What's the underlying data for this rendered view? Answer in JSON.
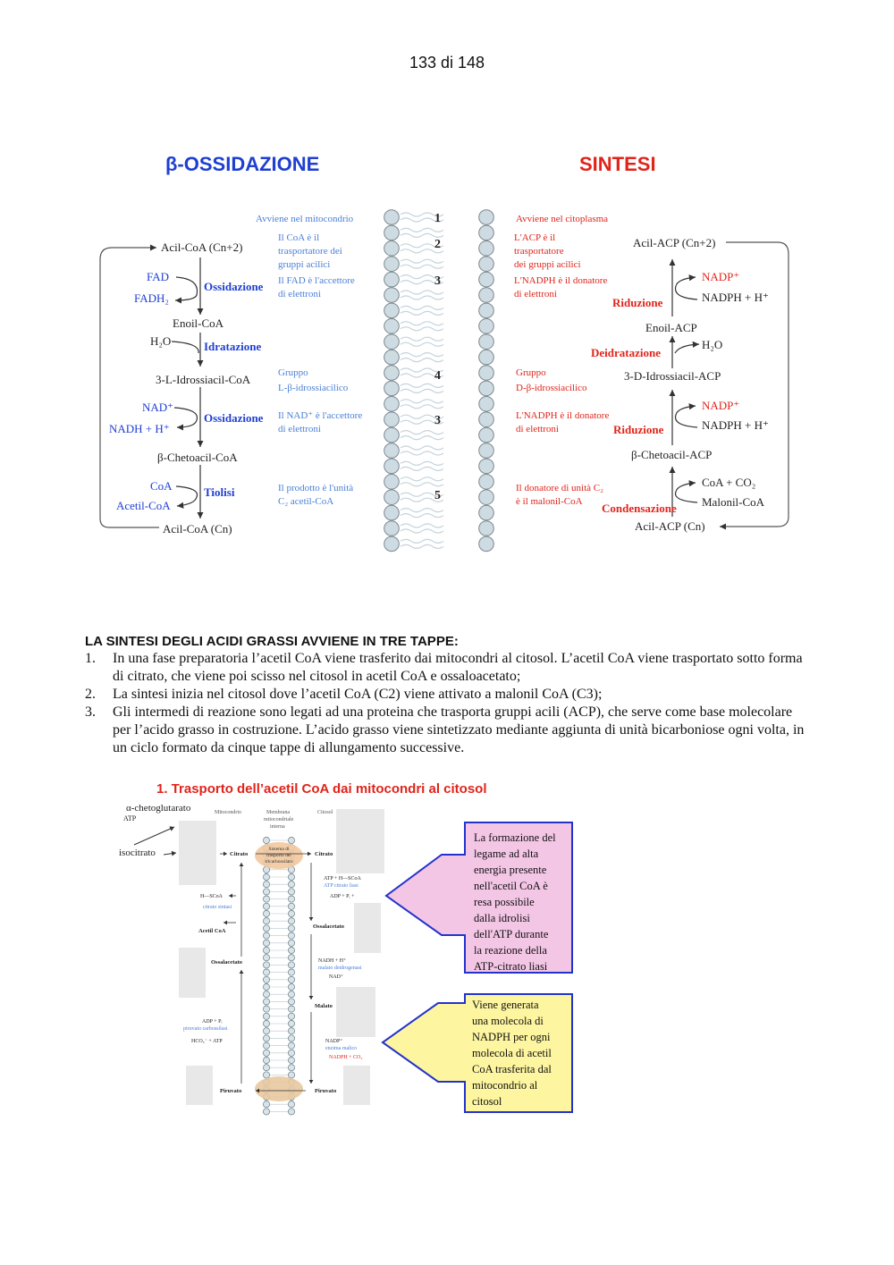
{
  "page": {
    "number_text": "133 di 148"
  },
  "figure1": {
    "left_title": "β-OSSIDAZIONE",
    "right_title": "SINTESI",
    "membrane_numbers": [
      "1",
      "2",
      "3",
      "4",
      "3",
      "5"
    ],
    "left": {
      "location": "Avviene nel mitocondrio",
      "carrier": [
        "Il CoA è il",
        "trasportatore dei",
        "gruppi acilici"
      ],
      "fad_note": [
        "Il FAD è l'accettore",
        "di elettroni"
      ],
      "group": [
        "Gruppo",
        "L-β-idrossiacilico"
      ],
      "nad_note": [
        "Il NAD⁺ è l'accettore",
        "di elettroni"
      ],
      "product": [
        "Il prodotto è l'unità",
        "C₂ acetil-CoA"
      ],
      "compounds": {
        "acil_top": "Acil-CoA (Cn+2)",
        "enoil": "Enoil-CoA",
        "idrossiacil": "3-L-Idrossiacil-CoA",
        "chetoacil": "β-Chetoacil-CoA",
        "acil_bottom": "Acil-CoA (Cn)"
      },
      "cofactors": {
        "fad": "FAD",
        "fadh2": "FADH₂",
        "h2o": "H₂O",
        "nad": "NAD⁺",
        "nadh": "NADH + H⁺",
        "coa": "CoA",
        "acetil_coa": "Acetil-CoA"
      },
      "steps": [
        "Ossidazione",
        "Idratazione",
        "Ossidazione",
        "Tiolisi"
      ]
    },
    "right": {
      "location": "Avviene nel citoplasma",
      "carrier": [
        "L'ACP è il",
        "trasportatore",
        "dei gruppi acilici"
      ],
      "nadph_note": [
        "L'NADPH è il donatore",
        "di elettroni"
      ],
      "group": [
        "Gruppo",
        "D-β-idrossiacilico"
      ],
      "nadph_note2": [
        "L'NADPH è il donatore",
        "di elettroni"
      ],
      "donor": [
        "Il donatore di unità C₂",
        "è il malonil-CoA"
      ],
      "compounds": {
        "acil_top": "Acil-ACP (Cn+2)",
        "enoil": "Enoil-ACP",
        "idrossiacil": "3-D-Idrossiacil-ACP",
        "chetoacil": "β-Chetoacil-ACP",
        "acil_bottom": "Acil-ACP (Cn)"
      },
      "cofactors": {
        "nadp": "NADP⁺",
        "nadph": "NADPH + H⁺",
        "h2o": "H₂O",
        "nadp2": "NADP⁺",
        "nadph2": "NADPH + H⁺",
        "coa_co2": "CoA + CO₂",
        "malonil": "Malonil-CoA"
      },
      "steps": [
        "Riduzione",
        "Deidratazione",
        "Riduzione",
        "Condensazione"
      ]
    }
  },
  "text": {
    "heading": "LA SINTESI DEGLI ACIDI GRASSI AVVIENE IN TRE TAPPE:",
    "items": [
      {
        "num": "1.",
        "text": "In una fase preparatoria l’acetil CoA viene trasferito dai mitocondri al citosol. L’acetil CoA viene trasportato sotto forma di citrato, che viene poi scisso nel citosol in acetil CoA e ossaloacetato;"
      },
      {
        "num": "2.",
        "text": "La sintesi inizia nel citosol dove l’acetil CoA (C2) viene attivato a malonil CoA (C3);"
      },
      {
        "num": "3.",
        "text": "Gli intermedi di reazione sono legati ad una proteina che trasporta gruppi acili (ACP), che serve come base molecolare per l’acido grasso in costruzione. L’acido grasso viene sintetizzato mediante aggiunta di unità bicarboniose ogni volta, in un ciclo formato da cinque tappe di allungamento successive."
      }
    ]
  },
  "figure2": {
    "title": "1. Trasporto dell’acetil CoA dai mitocondri al citosol",
    "col_mito": "Mitocondrio",
    "col_membrane": [
      "Membrana",
      "mitocondriale",
      "interna"
    ],
    "col_cytosol": "Citosol",
    "alpha_keto": "α-chetoglutarato",
    "atp": "ATP",
    "isocitrate": "isocitrato",
    "citrato": "Citrato",
    "transport_system": [
      "Sistema di",
      "trasporto del",
      "tricarbossilato"
    ],
    "hscoa": "H—SCoA",
    "citrate_synthase": "citrato sintasi",
    "acetyl_coa": "Acetil CoA",
    "ossalacetato": "Ossalacetato",
    "atp_hscoa": "ATP + H—SCoA",
    "atp_citrate_lyase": "ATP citrato liasi",
    "adp_pi": "ADP + Pᵢ +",
    "nadh": "NADH + H⁺",
    "malate_dh": "malato deidrogenasi",
    "nad": "NAD⁺",
    "malato": "Malato",
    "nadp": "NADP⁺",
    "malic_enzyme": "enzima malico",
    "nadph_co2": "NADPH + CO₂",
    "piruvato": "Piruvato",
    "adp_pi_left": "ADP + Pᵢ",
    "pyruvate_carboxylase": "piruvato carbossilasi",
    "hco3_atp": "HCO₃⁻ + ATP",
    "pink_note": [
      "La formazione del",
      "legame ad alta",
      "energia presente",
      "nell'acetil CoA è",
      "resa possibile",
      "dalla idrolisi",
      "dell'ATP durante",
      "la reazione della",
      "ATP-citrato liasi"
    ],
    "yellow_note": [
      "Viene generata",
      "una molecola di",
      "NADPH per ogni",
      "molecola di acetil",
      "CoA trasferita dal",
      "mitocondrio al",
      "citosol"
    ]
  },
  "colors": {
    "blue": "#1f3fd1",
    "red": "#e0241b",
    "light_blue": "#4a7fd6",
    "pink": "#f4c6e6",
    "yellow": "#fdf5a0",
    "membrane": "#cfdbe2"
  }
}
